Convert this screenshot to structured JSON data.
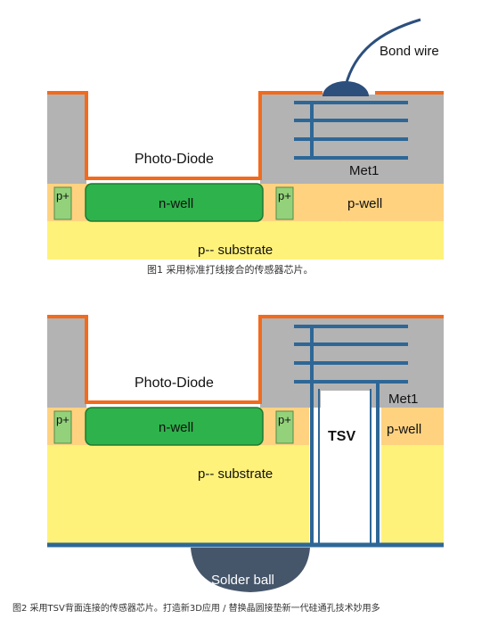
{
  "figure1": {
    "labels": {
      "bond_wire": "Bond wire",
      "photo_diode": "Photo-Diode",
      "met1": "Met1",
      "p_plus_left": "p+",
      "p_plus_right": "p+",
      "n_well": "n-well",
      "p_well": "p-well",
      "substrate": "p-- substrate"
    },
    "caption": "图1 采用标准打线接合的传感器芯片。"
  },
  "figure2": {
    "labels": {
      "photo_diode": "Photo-Diode",
      "met1": "Met1",
      "p_plus_left": "p+",
      "p_plus_right": "p+",
      "n_well": "n-well",
      "tsv": "TSV",
      "p_well": "p-well",
      "substrate": "p-- substrate",
      "solder_ball": "Solder ball"
    },
    "caption": "图2 采用TSV背面连接的传感器芯片。打造新3D应用 / 替换晶圆接垫新一代硅通孔技术妙用多"
  },
  "colors": {
    "gray": "#b3b3b3",
    "orange": "#f26b1d",
    "light_yellow": "#fff27a",
    "p_well_orange": "#ffd280",
    "green": "#2eb24b",
    "light_green": "#93d27a",
    "blue": "#2e6796",
    "dark_blue": "#2c4f7c",
    "solder_gray": "#46566a"
  }
}
